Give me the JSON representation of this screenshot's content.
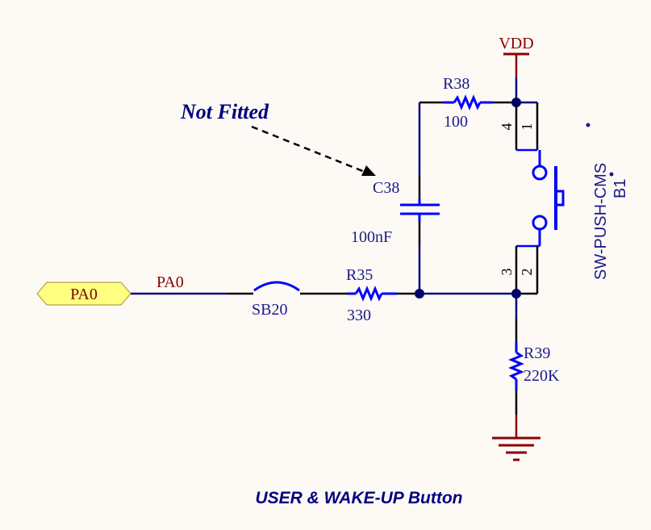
{
  "diagram": {
    "title": "USER & WAKE-UP Button",
    "annotation": "Not Fitted",
    "colors": {
      "background": "#fdfaf5",
      "net_wire": "#000080",
      "component": "#0000ff",
      "pin_line": "#000000",
      "power": "#8b0000",
      "label_blue": "#1a1a8c",
      "port_fill": "#ffff80",
      "port_stroke": "#b8a050"
    },
    "port": {
      "name": "PA0"
    },
    "net_label": "PA0",
    "power": {
      "name": "VDD"
    },
    "ground": {
      "name": "GND"
    },
    "components": {
      "sb20": {
        "designator": "SB20",
        "type": "solder-bridge"
      },
      "r35": {
        "designator": "R35",
        "value": "330",
        "type": "resistor"
      },
      "r38": {
        "designator": "R38",
        "value": "100",
        "type": "resistor"
      },
      "r39": {
        "designator": "R39",
        "value": "220K",
        "type": "resistor"
      },
      "c38": {
        "designator": "C38",
        "value": "100nF",
        "type": "capacitor",
        "note": "Not Fitted"
      },
      "b1": {
        "designator": "B1",
        "value": "SW-PUSH-CMS",
        "type": "push-button",
        "pins": [
          "1",
          "2",
          "3",
          "4"
        ]
      }
    }
  }
}
